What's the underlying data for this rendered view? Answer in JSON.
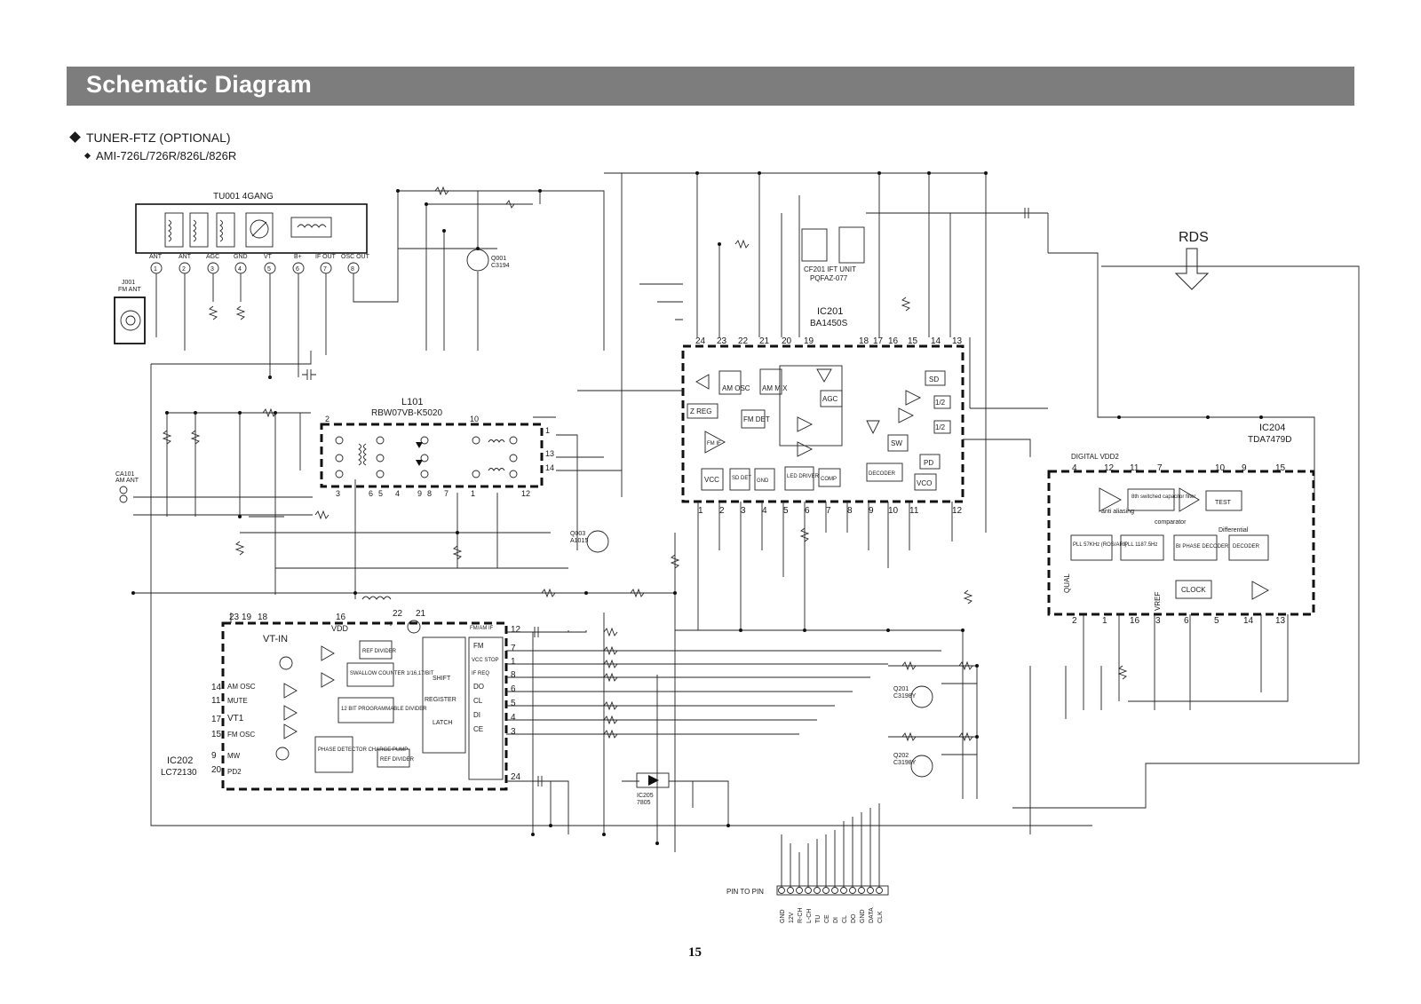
{
  "header": {
    "title": "Schematic Diagram",
    "bar_color": "#7d7d7d"
  },
  "section": {
    "title": "TUNER-FTZ (OPTIONAL)",
    "models": "AMI-726L/726R/826L/826R"
  },
  "page_number": "15",
  "labels": {
    "tu001": "TU001  4GANG",
    "tu_pins": [
      "ANT",
      "ANT",
      "AGC",
      "GND",
      "VT",
      "B+",
      "IF OUT",
      "OSC OUT"
    ],
    "tu_pin_nums": [
      "1",
      "2",
      "3",
      "4",
      "5",
      "6",
      "7",
      "8"
    ],
    "j001": "J001",
    "fm_ant": "FM ANT",
    "ca101": "CA101",
    "am_ant": "AM ANT",
    "l101": "L101",
    "l101_part": "RBW07VB-K5020",
    "ic201": "IC201",
    "ic201_part": "BA1450S",
    "ic201_top_pins": [
      "24",
      "23",
      "22",
      "21",
      "20",
      "19",
      "18",
      "17",
      "16",
      "15",
      "14",
      "13"
    ],
    "ic201_bot_pins": [
      "1",
      "2",
      "3",
      "4",
      "5",
      "6",
      "7",
      "8",
      "9",
      "10",
      "11",
      "12"
    ],
    "ic201_blocks": [
      "AM OSC",
      "AM MIX",
      "AGC",
      "Z REG",
      "FM DET",
      "FM IF",
      "SD",
      "1/2",
      "1/2",
      "SW",
      "PD",
      "VCO",
      "VCC",
      "SD DET",
      "GND",
      "LED DRIVER",
      "COMP",
      "DECODER"
    ],
    "ic202": "IC202",
    "ic202_part": "LC72130",
    "ic202_blocks": [
      "VT-IN",
      "VDD",
      "REF DIVIDER",
      "SWALLOW COUNTER 1/16,17/BIT",
      "12 BIT PROGRAMMABLE DIVIDER",
      "PHASE DETECTOR CHARGE PUMP",
      "REF DIVIDER",
      "SHIFT",
      "REGISTER",
      "LATCH"
    ],
    "ic202_right_pins": [
      "FM/AM IF",
      "FM",
      "VCC STOP",
      "IF REQ",
      "DO",
      "CL",
      "DI",
      "CE"
    ],
    "ic202_left_pins": [
      "AM OSC",
      "MUTE",
      "VT1",
      "FM OSC",
      "MW",
      "PD2"
    ],
    "ic204": "IC204",
    "ic204_part": "TDA7479D",
    "ic204_blocks": [
      "DIGITAL VDD2",
      "8th switched capacitor filter",
      "anti aliasing",
      "comparator",
      "TEST",
      "Differential",
      "PLL 57KHz (ROS/ARI)",
      "PLL 1187.5Hz",
      "BI PHASE DECODER",
      "DECODER",
      "QUAL",
      "CLOCK",
      "VREF"
    ],
    "rds": "RDS",
    "pin_to_pin": "PIN TO PIN",
    "pin_names": [
      "GND",
      "12V",
      "R-CH",
      "L-CH",
      "TU",
      "CE",
      "DI",
      "CL",
      "DO",
      "GND",
      "DATA",
      "CLK"
    ],
    "cf201": "CF201  IFT UNIT",
    "cf201_part": "PQFAZ-077",
    "q001": "Q001",
    "q001_part": "C3194",
    "q003": "Q003",
    "q003_part": "A1015",
    "q201": "Q201",
    "q201_part": "C3198Y",
    "q202": "Q202",
    "q202_part": "C3198Y",
    "ic205": "IC205",
    "ic205_part": "7805"
  }
}
